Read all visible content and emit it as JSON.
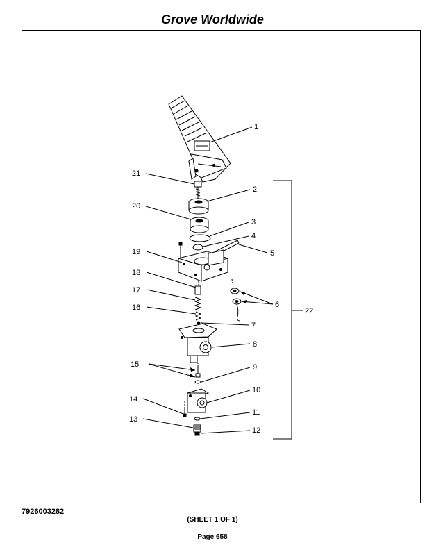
{
  "header": {
    "title": "Grove Worldwide"
  },
  "figure": {
    "callouts": {
      "c1": "1",
      "c2": "2",
      "c3": "3",
      "c4": "4",
      "c5": "5",
      "c6": "6",
      "c7": "7",
      "c8": "8",
      "c9": "9",
      "c10": "10",
      "c11": "11",
      "c12": "12",
      "c13": "13",
      "c14": "14",
      "c15": "15",
      "c16": "16",
      "c17": "17",
      "c18": "18",
      "c19": "19",
      "c20": "20",
      "c21": "21",
      "c22": "22"
    }
  },
  "footer": {
    "drawing_number": "7926003282",
    "sheet": "(SHEET 1 OF 1)",
    "page": "Page 658"
  }
}
